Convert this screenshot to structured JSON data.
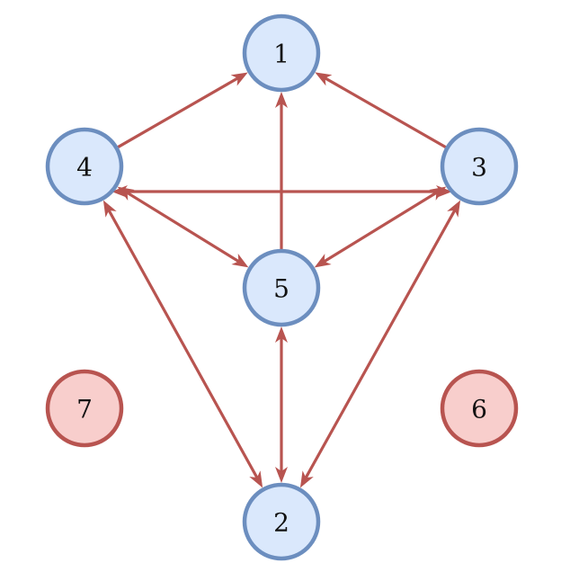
{
  "diagram": {
    "type": "directed-graph",
    "colors": {
      "edge": "#b85450",
      "node_fill_connected": "#dae8fc",
      "node_stroke_connected": "#6c8ebf",
      "node_fill_isolated": "#f8cecc",
      "node_stroke_isolated": "#b85450"
    },
    "nodes": [
      {
        "id": "1",
        "label": "1",
        "group": "connected"
      },
      {
        "id": "2",
        "label": "2",
        "group": "connected"
      },
      {
        "id": "3",
        "label": "3",
        "group": "connected"
      },
      {
        "id": "4",
        "label": "4",
        "group": "connected"
      },
      {
        "id": "5",
        "label": "5",
        "group": "connected"
      },
      {
        "id": "6",
        "label": "6",
        "group": "isolated"
      },
      {
        "id": "7",
        "label": "7",
        "group": "isolated"
      }
    ],
    "edges": [
      {
        "from": "4",
        "to": "1",
        "bidirectional": false
      },
      {
        "from": "3",
        "to": "1",
        "bidirectional": false
      },
      {
        "from": "5",
        "to": "1",
        "bidirectional": false
      },
      {
        "from": "4",
        "to": "3",
        "bidirectional": true
      },
      {
        "from": "4",
        "to": "5",
        "bidirectional": true
      },
      {
        "from": "3",
        "to": "5",
        "bidirectional": true
      },
      {
        "from": "4",
        "to": "2",
        "bidirectional": true
      },
      {
        "from": "3",
        "to": "2",
        "bidirectional": true
      },
      {
        "from": "5",
        "to": "2",
        "bidirectional": true
      }
    ]
  }
}
